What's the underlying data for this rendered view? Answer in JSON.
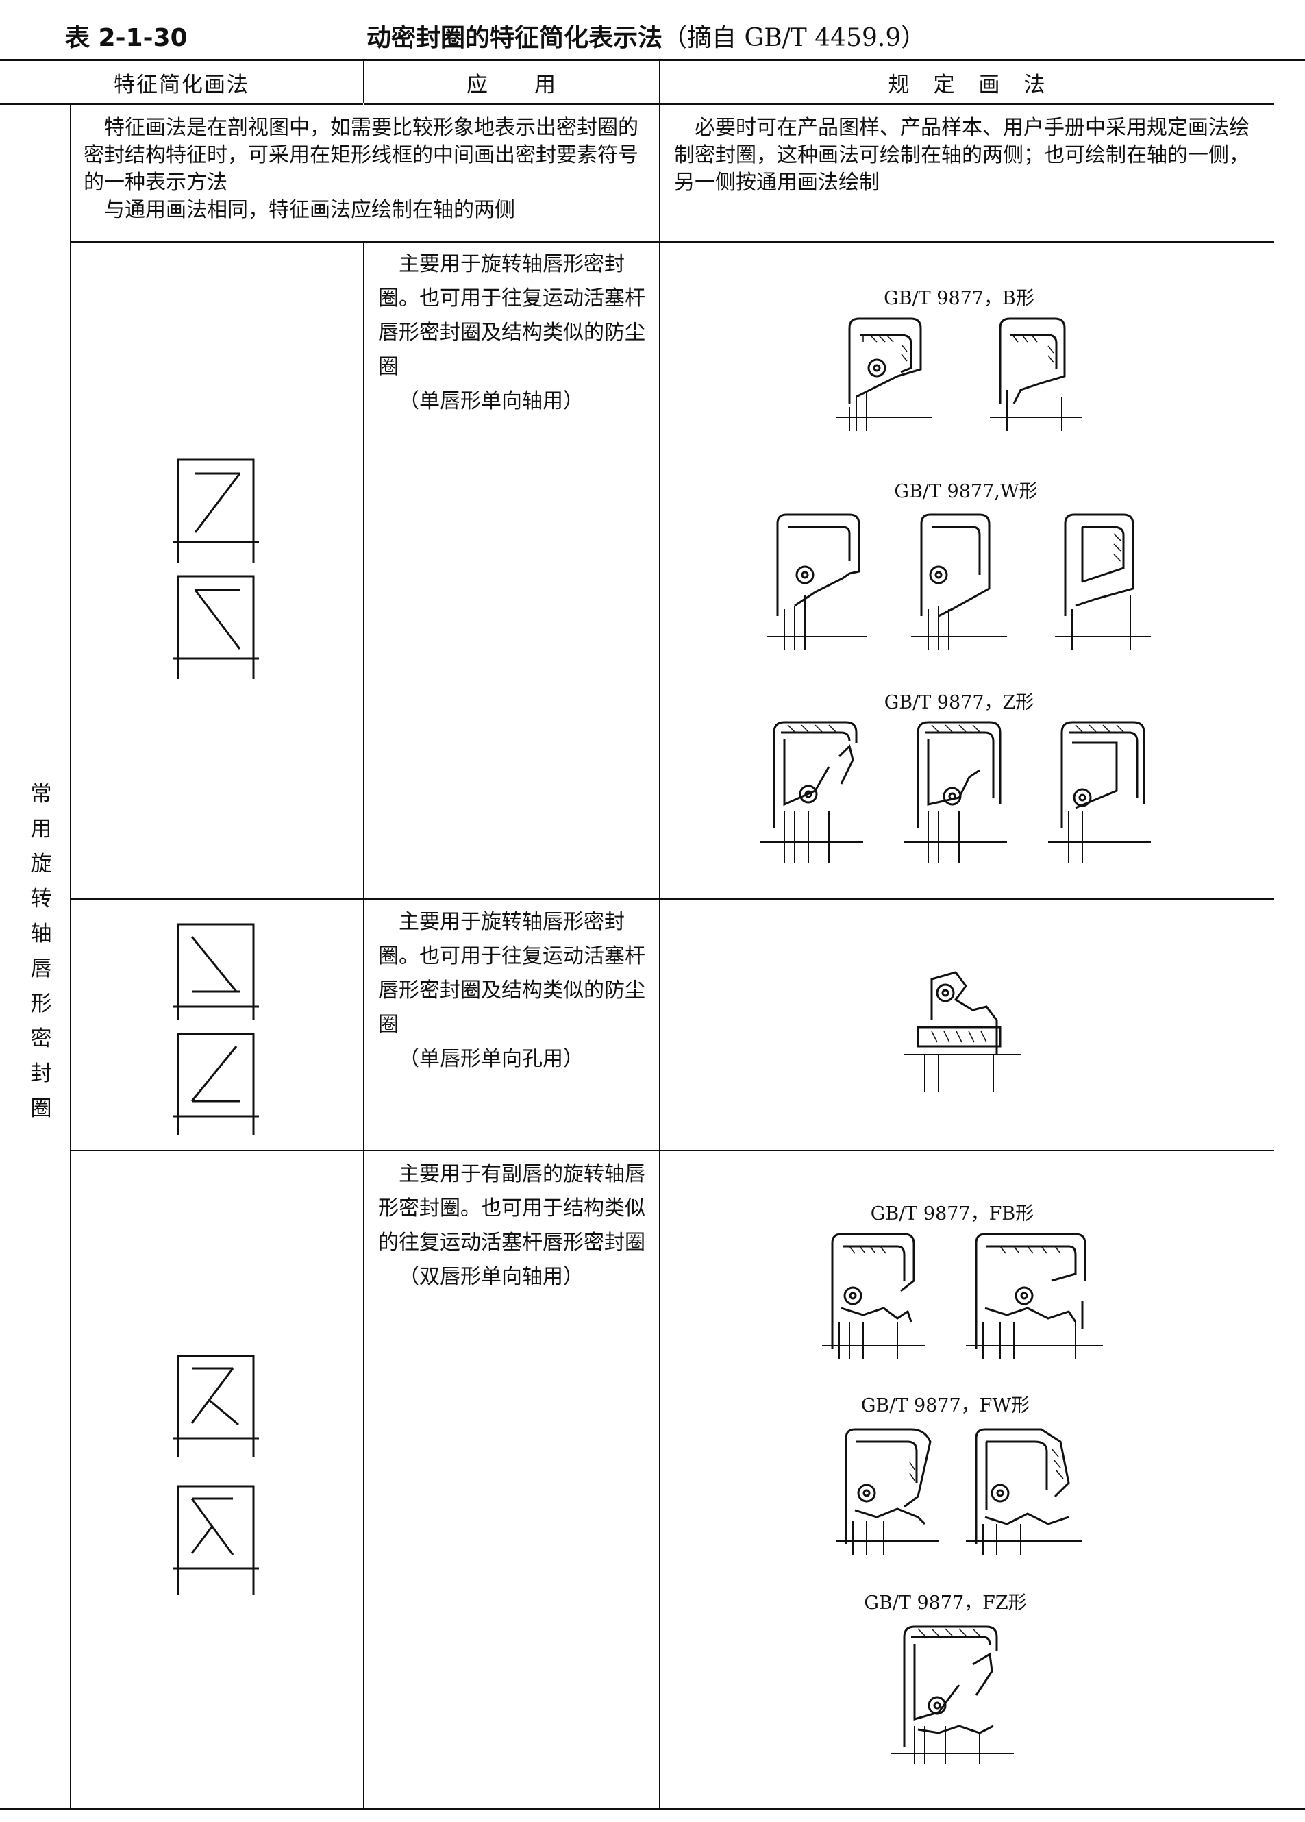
{
  "caption": {
    "number": "表 2-1-30",
    "title": "动密封圈的特征简化表示法",
    "source": "（摘自 GB/T 4459.9）"
  },
  "headers": {
    "col1": "特征简化画法",
    "col2": "应　　用",
    "col3": "规　定　画　法"
  },
  "side_label": [
    "常",
    "用",
    "旋",
    "转",
    "轴",
    "唇",
    "形",
    "密",
    "封",
    "圈"
  ],
  "intro": {
    "left_p1": "特征画法是在剖视图中，如需要比较形象地表示出密封圈的密封结构特征时，可采用在矩形线框的中间画出密封要素符号的一种表示方法",
    "left_p2": "与通用画法相同，特征画法应绘制在轴的两侧",
    "right_p1": "必要时可在产品图样、产品样本、用户手册中采用规定画法绘制密封圈，这种画法可绘制在轴的两侧；也可绘制在轴的一侧，另一侧按通用画法绘制"
  },
  "rows": [
    {
      "application": "主要用于旋转轴唇形密封圈。也可用于往复运动活塞杆唇形密封圈及结构类似的防尘圈",
      "note": "（单唇形单向轴用）",
      "labels": [
        "GB/T  9877，B形",
        "GB/T  9877,W形",
        "GB/T  9877，Z形"
      ]
    },
    {
      "application": "主要用于旋转轴唇形密封圈。也可用于往复运动活塞杆唇形密封圈及结构类似的防尘圈",
      "note": "（单唇形单向孔用）",
      "labels": []
    },
    {
      "application": "主要用于有副唇的旋转轴唇形密封圈。也可用于结构类似的往复运动活塞杆唇形密封圈",
      "note": "（双唇形单向轴用）",
      "labels": [
        "GB/T  9877，FB形",
        "GB/T  9877，FW形",
        "GB/T  9877，FZ形"
      ]
    }
  ]
}
